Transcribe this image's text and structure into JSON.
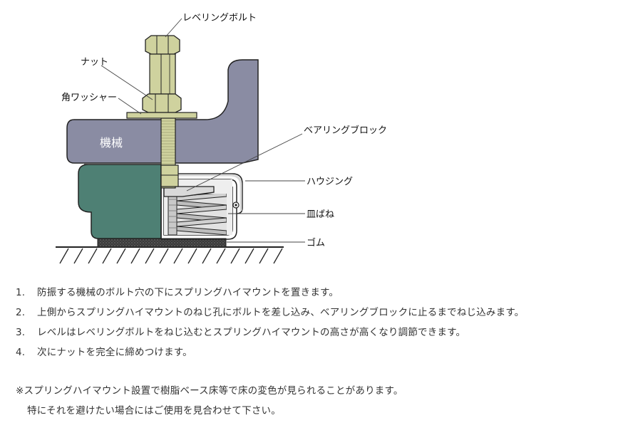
{
  "diagram": {
    "labels": {
      "leveling_bolt": "レベリングボルト",
      "nut": "ナット",
      "square_washer": "角ワッシャー",
      "machine": "機械",
      "bearing_block": "ベアリングブロック",
      "housing": "ハウジング",
      "disc_spring": "皿ばね",
      "rubber": "ゴム"
    },
    "colors": {
      "machine": "#8a8ca3",
      "bolt": "#cfd29e",
      "mount_rubber": "#4e8074",
      "spring": "#d4d4d4",
      "outline": "#222222"
    }
  },
  "steps": [
    {
      "num": "1.",
      "text": "防振する機械のボルト穴の下にスプリングハイマウントを置きます。"
    },
    {
      "num": "2.",
      "text": "上側からスプリングハイマウントのねじ孔にボルトを差し込み、ベアリングブロックに止るまでねじ込みます。"
    },
    {
      "num": "3.",
      "text": "レベルはレベリングボルトをねじ込むとスプリングハイマウントの高さが高くなり調節できます。"
    },
    {
      "num": "4.",
      "text": "次にナットを完全に締めつけます。"
    }
  ],
  "notes": [
    "※スプリングハイマウント設置で樹脂ベース床等で床の変色が見られることがあります。",
    "特にそれを避けたい場合にはご使用を見合わせて下さい。"
  ]
}
